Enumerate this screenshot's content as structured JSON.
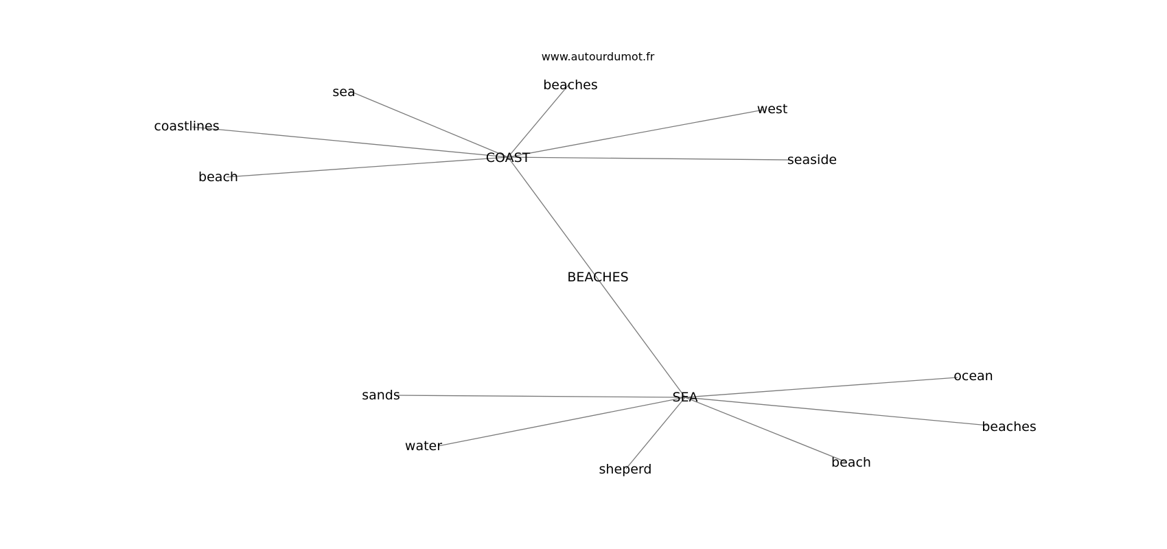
{
  "source": "www.autourdumot.fr",
  "center": {
    "id": "beaches-center",
    "label": "BEACHES"
  },
  "nodes": [
    {
      "id": "coast",
      "label": "COAST"
    },
    {
      "id": "sea-hub",
      "label": "SEA"
    },
    {
      "id": "sea",
      "label": "sea"
    },
    {
      "id": "beaches-top",
      "label": "beaches"
    },
    {
      "id": "west",
      "label": "west"
    },
    {
      "id": "coastlines",
      "label": "coastlines"
    },
    {
      "id": "seaside",
      "label": "seaside"
    },
    {
      "id": "beach-top",
      "label": "beach"
    },
    {
      "id": "sands",
      "label": "sands"
    },
    {
      "id": "ocean",
      "label": "ocean"
    },
    {
      "id": "beaches-bottom",
      "label": "beaches"
    },
    {
      "id": "water",
      "label": "water"
    },
    {
      "id": "beach-bottom",
      "label": "beach"
    },
    {
      "id": "sheperd",
      "label": "sheperd"
    }
  ],
  "edges": [
    [
      "coast",
      "sea-hub"
    ],
    [
      "coast",
      "sea"
    ],
    [
      "coast",
      "beaches-top"
    ],
    [
      "coast",
      "west"
    ],
    [
      "coast",
      "coastlines"
    ],
    [
      "coast",
      "seaside"
    ],
    [
      "coast",
      "beach-top"
    ],
    [
      "sea-hub",
      "sands"
    ],
    [
      "sea-hub",
      "ocean"
    ],
    [
      "sea-hub",
      "beaches-bottom"
    ],
    [
      "sea-hub",
      "water"
    ],
    [
      "sea-hub",
      "beach-bottom"
    ],
    [
      "sea-hub",
      "sheperd"
    ]
  ]
}
